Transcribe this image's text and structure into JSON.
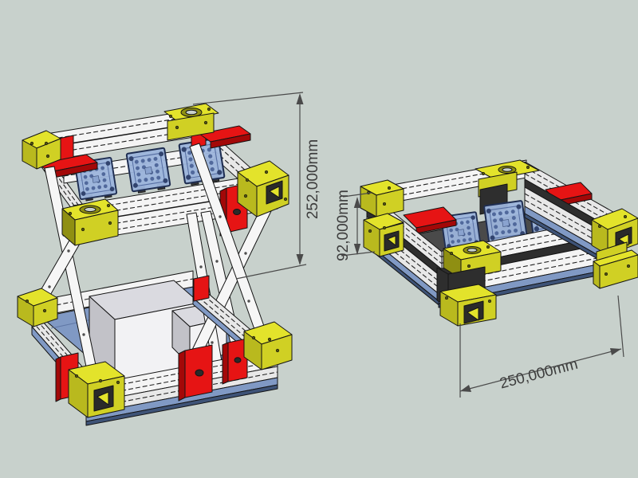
{
  "scene": {
    "description": "CAD isometric rendering of a folding 3D printer frame shown in two states: unfolded (left) and folded flat (right)",
    "background_color": "#C8D1CC"
  },
  "views": {
    "unfolded": {
      "label": "unfolded frame"
    },
    "folded": {
      "label": "folded frame"
    }
  },
  "dimensions": {
    "unfolded_height": "252,000mm",
    "folded_height": "92,000mm",
    "folded_width": "250,000mm"
  },
  "parts": {
    "extrusion_rails": "aluminum extrusion rails (white)",
    "corner_brackets": "printed corner brackets (yellow)",
    "clamp_brackets": "printed clamp brackets (red)",
    "electronics_plates": "translucent blue perforated plates",
    "print_bed": "blue bed panel",
    "scissor_braces": "white folding scissor braces",
    "motor": "stepper motor (black)",
    "electronics_boxes": "gray electronics boxes"
  },
  "colors": {
    "background": "#C8D1CC",
    "frame_yellow": "#E3E32B",
    "frame_yellow_shade": "#B9B91E",
    "bracket_red": "#E61414",
    "bracket_red_shade": "#A30808",
    "extrusion_white": "#F4F4F4",
    "bed_blue": "#8099C4",
    "panel_blue": "#9BB2D6",
    "motor_black": "#2E2E2E",
    "dimension_gray": "#4A4A4A"
  }
}
